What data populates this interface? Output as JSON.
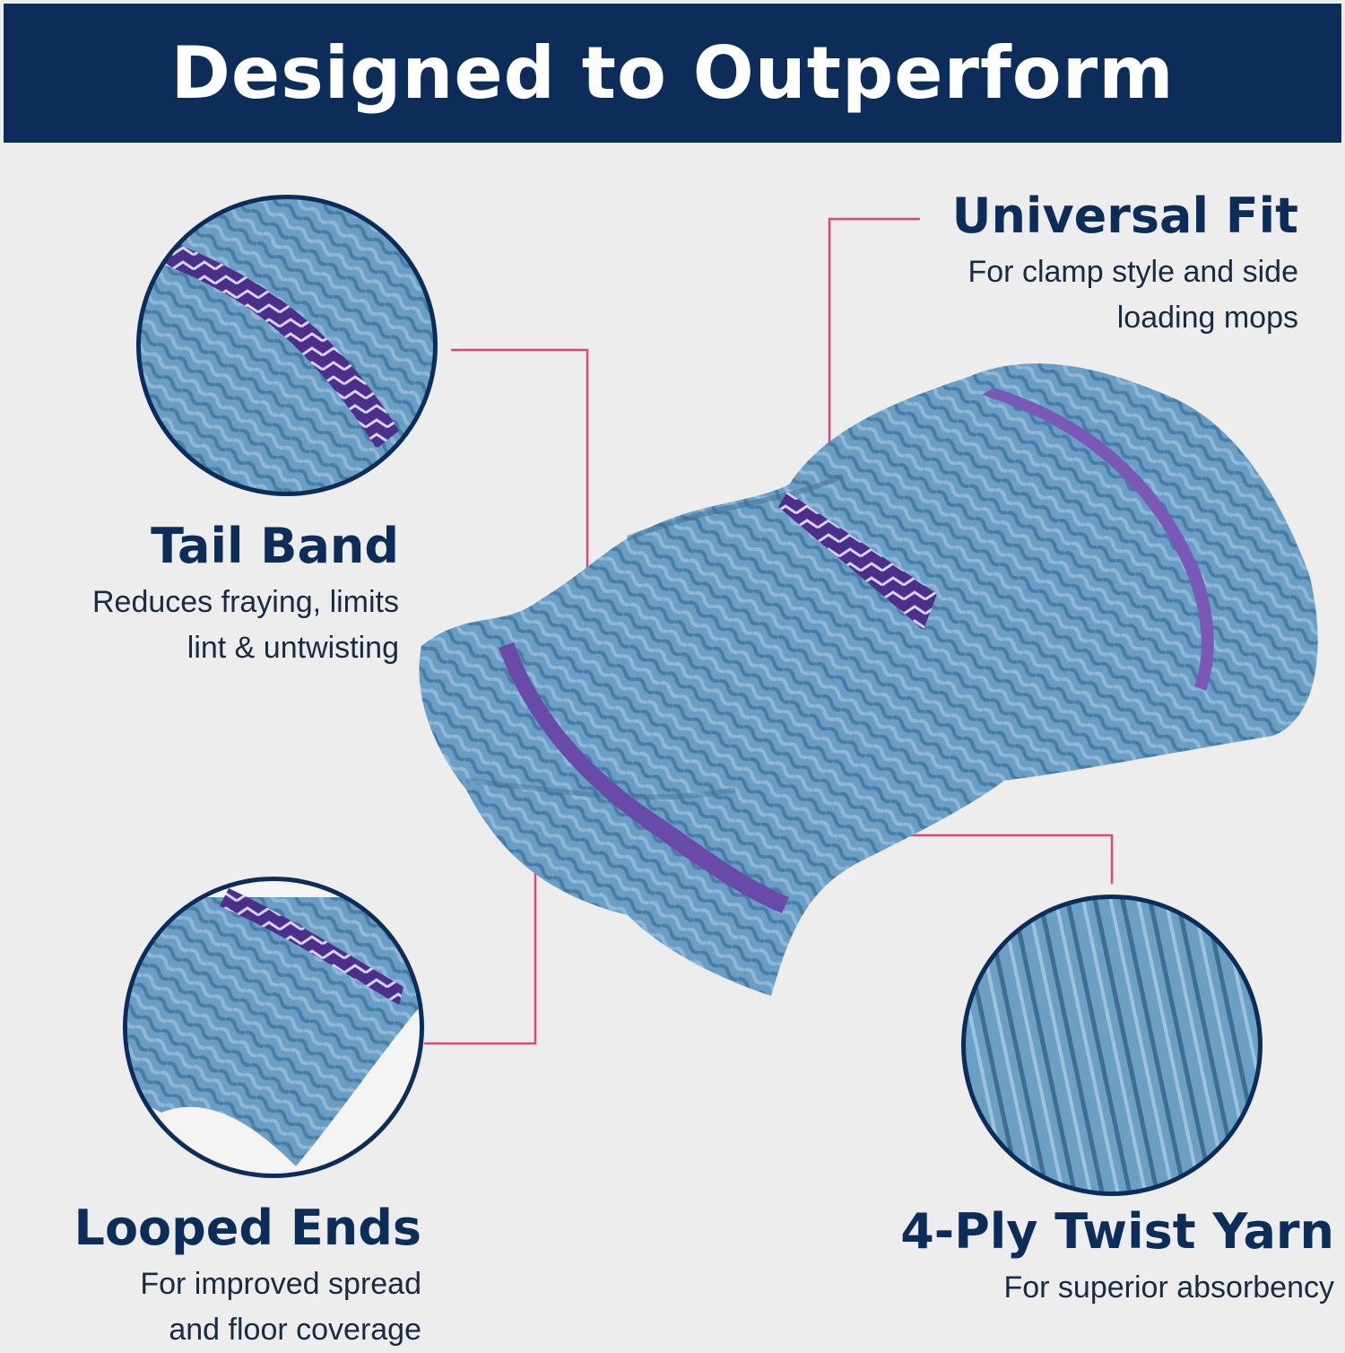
{
  "header": {
    "title": "Designed to Outperform"
  },
  "features": {
    "universal_fit": {
      "title": "Universal Fit",
      "line1": "For clamp style and side",
      "line2": "loading mops"
    },
    "tail_band": {
      "title": "Tail Band",
      "line1": "Reduces fraying, limits",
      "line2": "lint & untwisting"
    },
    "looped_ends": {
      "title": "Looped Ends",
      "line1": "For improved spread",
      "line2": "and floor coverage"
    },
    "twist_yarn": {
      "title": "4-Ply Twist Yarn",
      "line1": "For superior absorbency"
    }
  },
  "colors": {
    "navy": "#0c2d5a",
    "background": "#ededed",
    "yarn_blue": "#6a9ec4",
    "band_purple": "#5b3d9a",
    "callout_pink": "#e0457b"
  }
}
